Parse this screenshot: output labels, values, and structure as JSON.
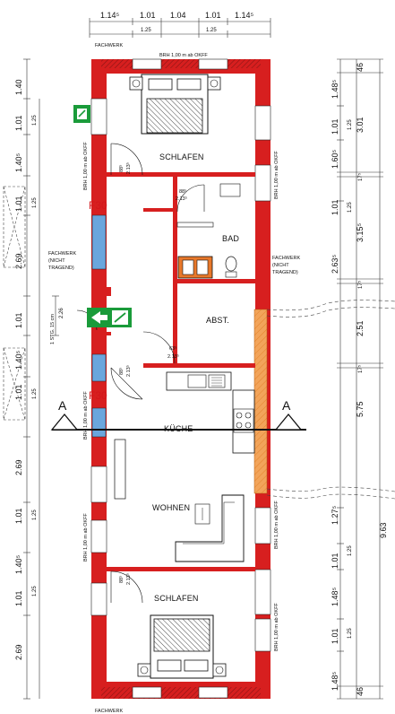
{
  "top_dims": [
    "1.14⁵",
    "1.01",
    "1.04",
    "1.01",
    "1.14⁵"
  ],
  "top_sub_dims": [
    "1.25",
    "1.25"
  ],
  "fachwerk_top": "FACHWERK",
  "fachwerk_bottom": "FACHWERK",
  "brh_top": "BRH 1,00 m ab OKFF",
  "brh_side": "BRH 1,00 m ab OKFF",
  "rooms": {
    "schlafen_top": "SCHLAFEN",
    "bad": "BAD",
    "abst": "ABST.",
    "kueche": "KÜCHE",
    "wohnen": "WOHNEN",
    "schlafen_bottom": "SCHLAFEN"
  },
  "fire": [
    "F30",
    "F30"
  ],
  "fachwerk_note_left": [
    "FACHWERK",
    "(NICHT",
    "TRAGEND)"
  ],
  "fachwerk_note_right": [
    "FACHWERK",
    "(NICHT",
    "TRAGEND)"
  ],
  "stair_note": "1 STG. 15 cm",
  "stair_dim": "2.26",
  "section_label": "A",
  "door_labels": [
    {
      "w": "88⁵",
      "h": "2.13⁵"
    },
    {
      "w": "88⁵",
      "h": "2.13⁵"
    },
    {
      "w": "63⁵",
      "h": "2.13⁵"
    },
    {
      "w": "88⁵",
      "h": "2.13⁵"
    },
    {
      "w": "88⁵",
      "h": "2.13⁵"
    }
  ],
  "left_dims": [
    "1.40",
    "1.01",
    "1.25",
    "1.40⁵",
    "1.25",
    "1.01",
    "2.69",
    "1.01",
    "1.40⁵",
    "1.25",
    "1.01",
    "2.69",
    "1.01",
    "1.25",
    "1.40⁵",
    "1.01",
    "1.25",
    "2.69"
  ],
  "right_inner_dims": [
    "1.48⁵",
    "1.01",
    "1.25",
    "1.60⁵",
    "1.01",
    "1.25",
    "2.63⁵",
    "1.27⁵",
    "1.01",
    "1.25",
    "1.48⁵",
    "1.01",
    "1.25",
    "1.48⁵"
  ],
  "right_outer_dims": [
    "46",
    "3.01",
    "17⁵",
    "3.15⁵",
    "17⁵",
    "2.51",
    "17⁵",
    "5.75",
    "9.63",
    "46"
  ],
  "colors": {
    "wall": "#d71f1f",
    "hatch": "#7a1f1f",
    "window": "#5b9bd5",
    "fachwerk": "#f0a050",
    "exit": "#1a9b3a"
  }
}
